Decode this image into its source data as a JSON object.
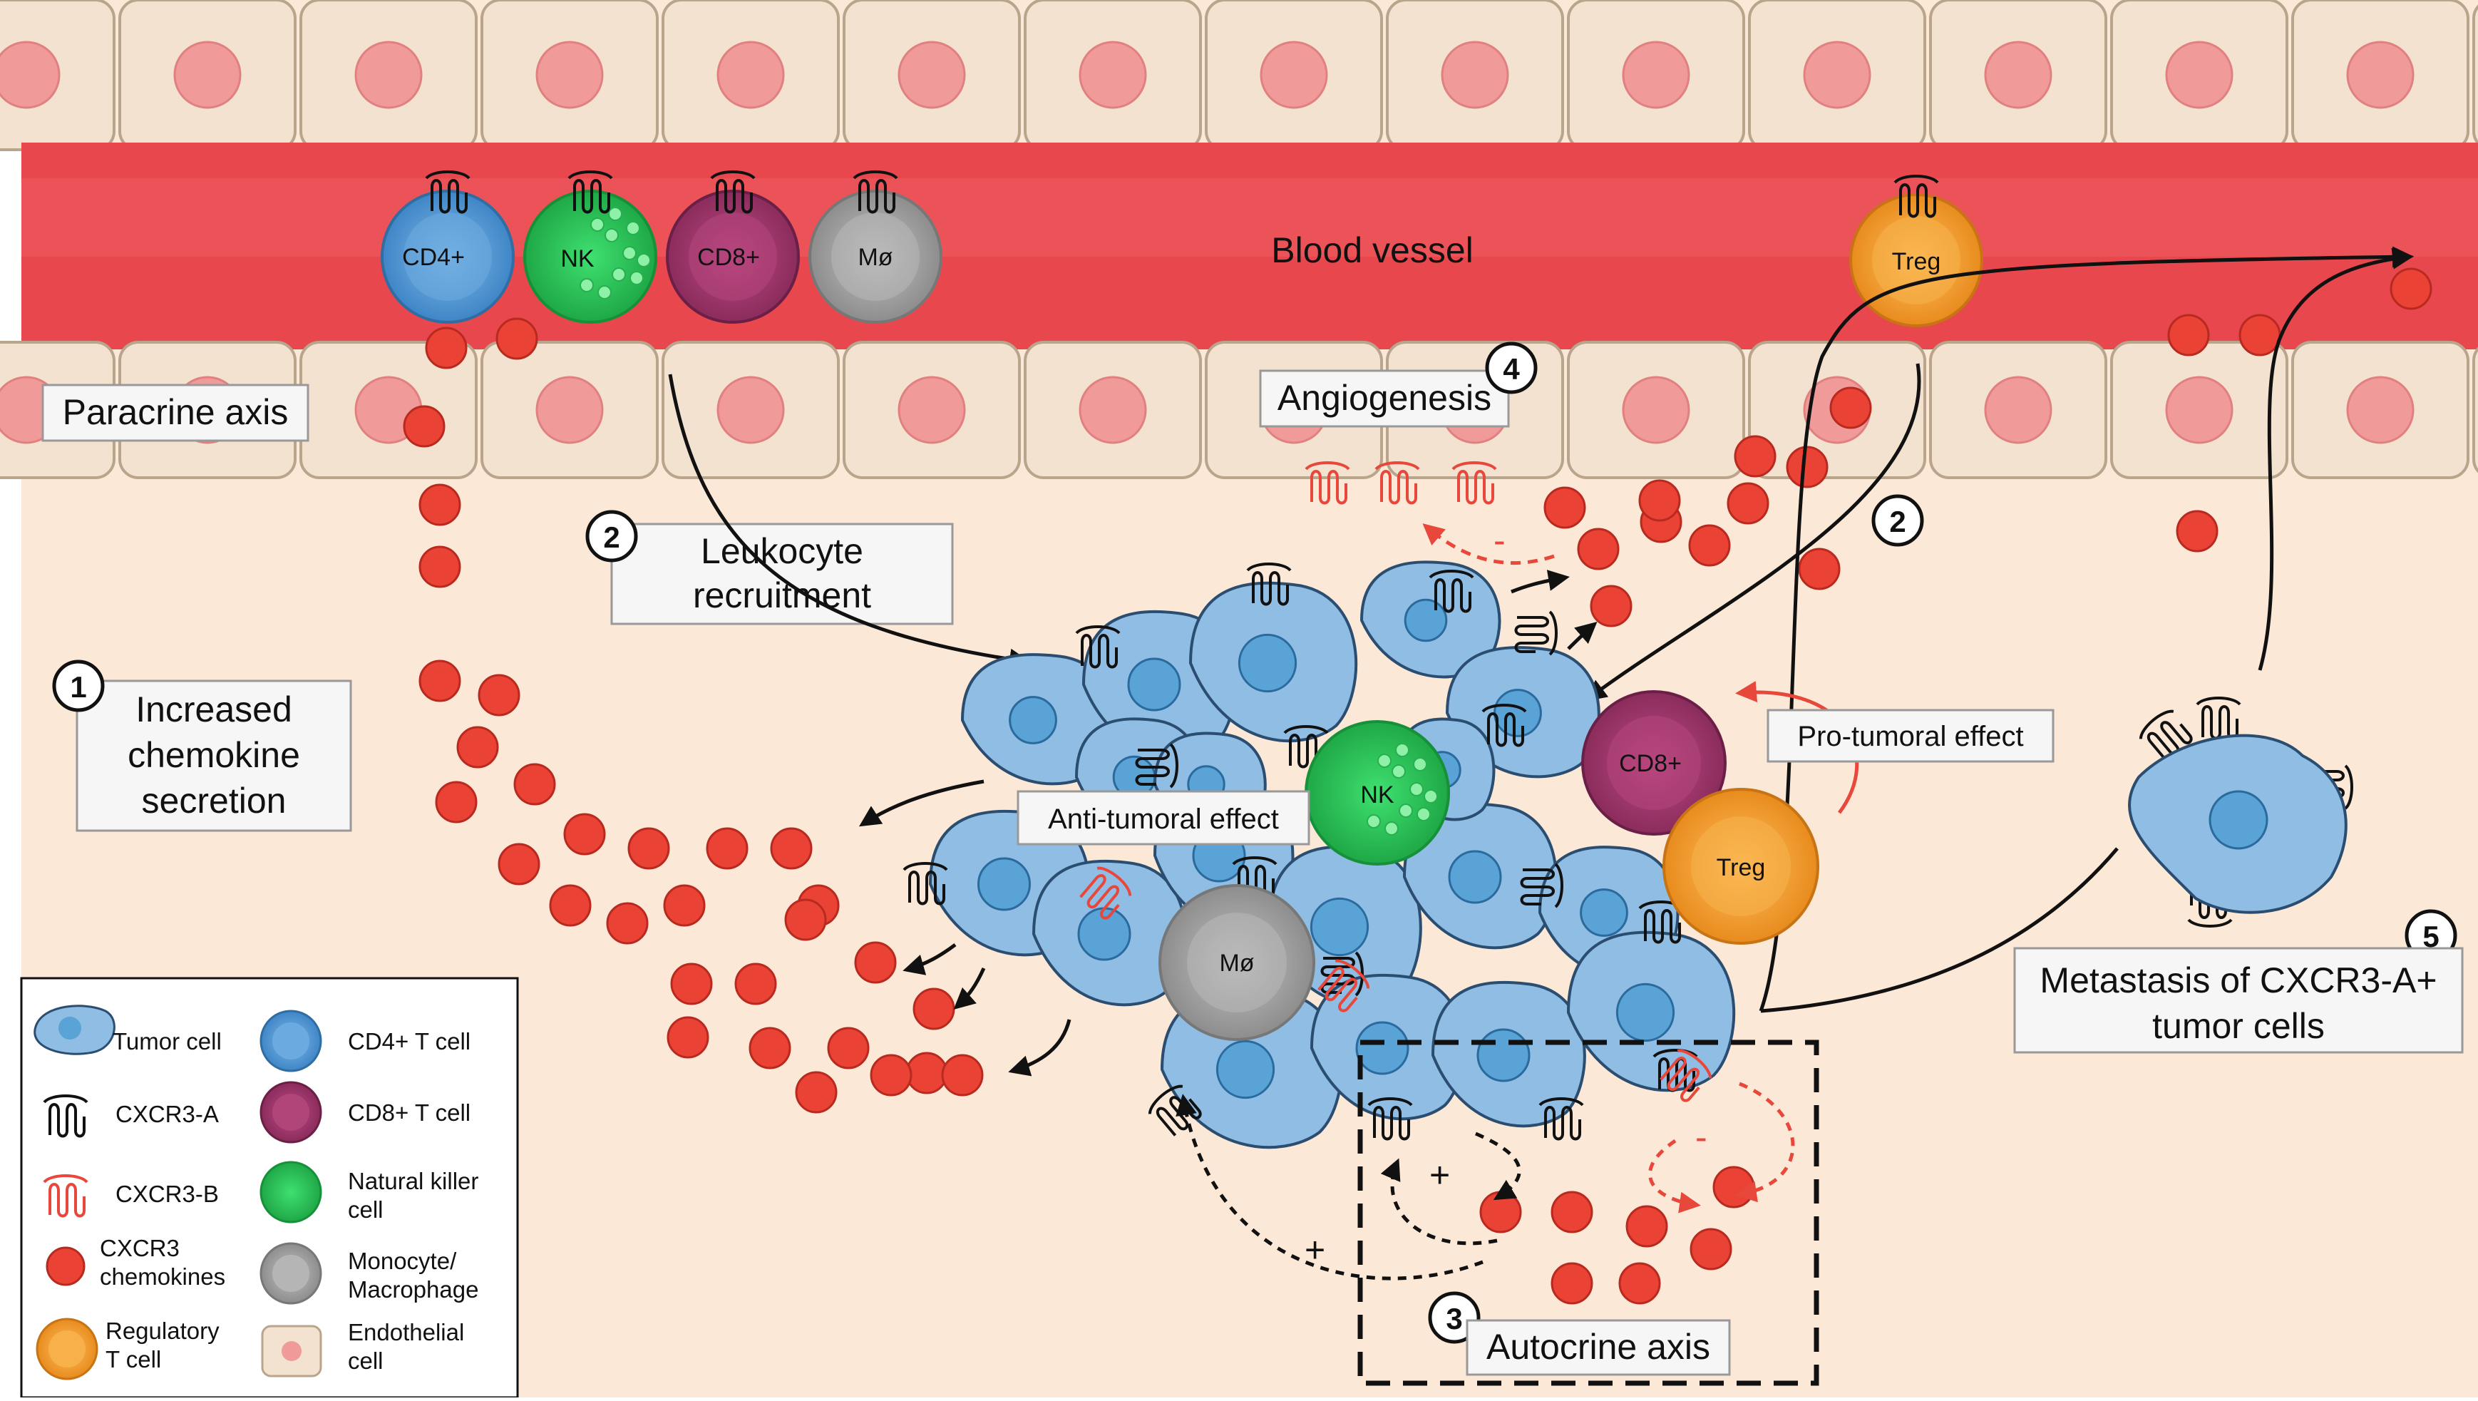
{
  "figure": {
    "labels": {
      "blood_vessel": "Blood vessel",
      "paracrine_axis": "Paracrine axis",
      "angiogenesis": "Angiogenesis",
      "leukocyte_recruitment": [
        "Leukocyte",
        "recruitment"
      ],
      "increased_secretion": [
        "Increased",
        "chemokine",
        "secretion"
      ],
      "anti_tumoral": "Anti-tumoral effect",
      "pro_tumoral": "Pro-tumoral effect",
      "autocrine_axis": "Autocrine axis",
      "metastasis": [
        "Metastasis of CXCR3-A+",
        "tumor cells"
      ],
      "plus": "+",
      "minus": "-"
    },
    "steps": {
      "s1": "1",
      "s2": "2",
      "s3": "3",
      "s4": "4",
      "s5": "5"
    },
    "cells": {
      "cd4": "CD4+",
      "nk": "NK",
      "cd8": "CD8+",
      "mo": "Mø",
      "treg": "Treg"
    },
    "legend": {
      "tumor": "Tumor cell",
      "cxcr3a": "CXCR3-A",
      "cxcr3b": "CXCR3-B",
      "chemokines": [
        "CXCR3",
        "chemokines"
      ],
      "treg": [
        "Regulatory",
        "T cell"
      ],
      "cd4": "CD4+ T cell",
      "cd8": "CD8+ T cell",
      "nk": [
        "Natural killer",
        "cell"
      ],
      "mono": [
        "Monocyte/",
        "Macrophage"
      ],
      "endo": [
        "Endothelial",
        "cell"
      ]
    },
    "colors": {
      "tissue": "#fbe8d6",
      "vessel": "#e8474d",
      "endothelial": "#f2e2cf",
      "tumor": "#8fbde3",
      "cd4": "#5a9fd6",
      "nk": "#2fcf5c",
      "cd8": "#a23a6f",
      "macrophage": "#a9a9a9",
      "treg": "#f5a030",
      "chemokine": "#ea4335",
      "cxcr3b": "#e8473b"
    }
  }
}
